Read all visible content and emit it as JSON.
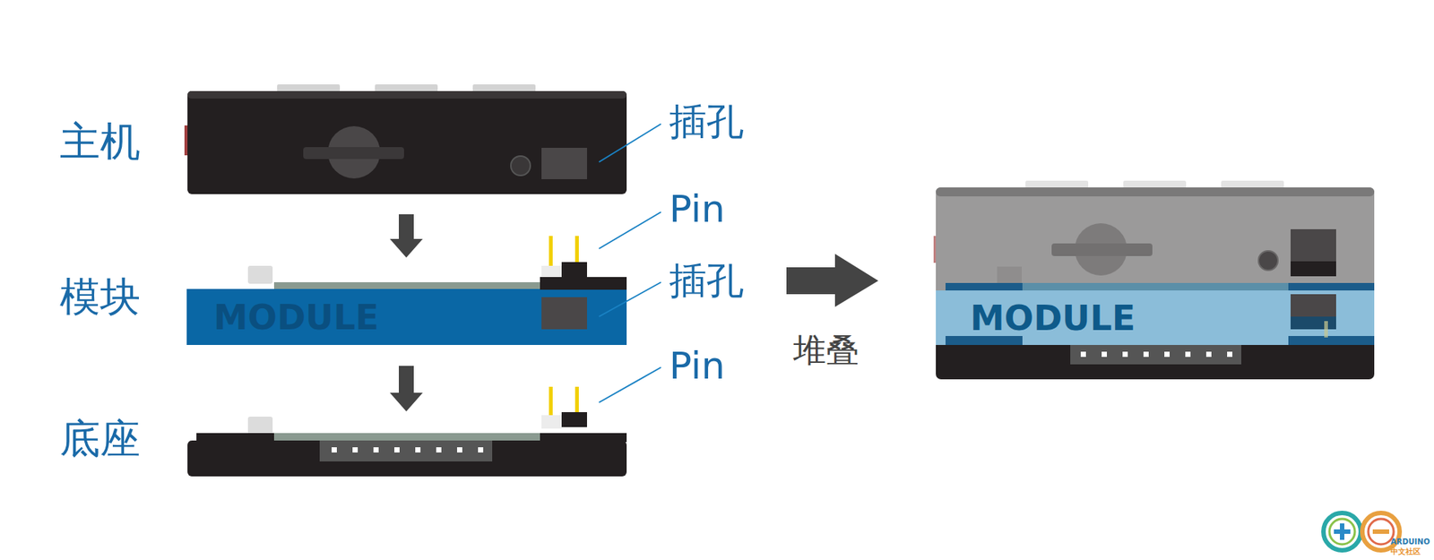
{
  "diagram": {
    "nodes": [
      {
        "text": [
          "MODULE"
        ]
      },
      {
        "text": [
          "MODULE"
        ]
      }
    ],
    "labels": [
      "主机",
      "模块",
      "底座",
      "插孔",
      "Pin",
      "插孔",
      "Pin",
      "堆叠",
      "ARDUINO",
      "中文社区"
    ]
  }
}
